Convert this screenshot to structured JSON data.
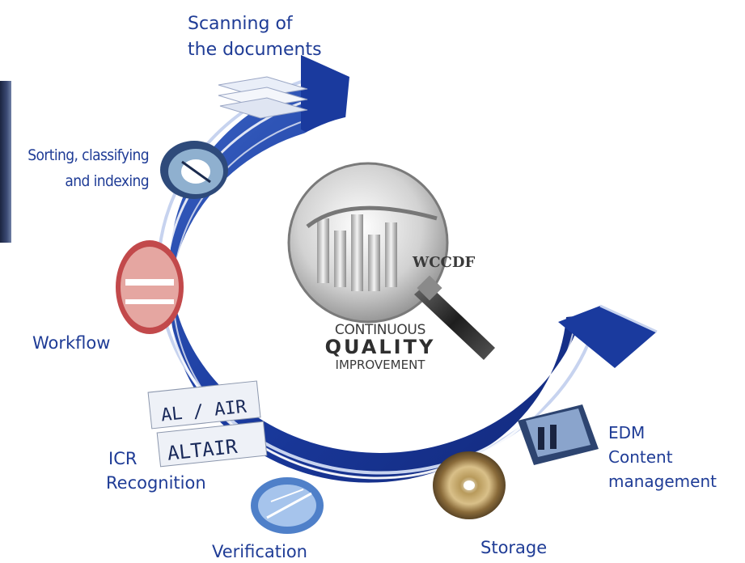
{
  "diagram": {
    "steps": [
      {
        "id": "scanning",
        "label_lines": [
          "Scanning of",
          "the documents"
        ],
        "icon": "paper-tray-icon"
      },
      {
        "id": "sorting",
        "label_lines": [
          "Sorting, classifying",
          "and indexing"
        ],
        "icon": "compass-dial-icon"
      },
      {
        "id": "workflow",
        "label_lines": [
          "Workflow"
        ],
        "icon": "athletes-photo-icon"
      },
      {
        "id": "icr",
        "label_lines": [
          "ICR",
          "Recognition"
        ],
        "icon": "handwriting-alair-icon",
        "image_text": [
          "AL / AIR",
          "ALTAIR"
        ]
      },
      {
        "id": "verification",
        "label_lines": [
          "Verification"
        ],
        "icon": "keyboard-hands-icon"
      },
      {
        "id": "storage",
        "label_lines": [
          "Storage"
        ],
        "icon": "disc-icon"
      },
      {
        "id": "edm",
        "label_lines": [
          "EDM",
          "Content",
          "management"
        ],
        "icon": "people-silhouette-icon"
      }
    ],
    "center": {
      "line1": "CONTINUOUS",
      "line2": "QUALITY",
      "line3": "IMPROVEMENT",
      "logo_text": "WCCDF",
      "icon": "magnifying-glass-icon"
    },
    "colors": {
      "arrow_dark": "#16318a",
      "arrow_light": "#3a63c4",
      "label_text": "#1f3c96"
    }
  }
}
